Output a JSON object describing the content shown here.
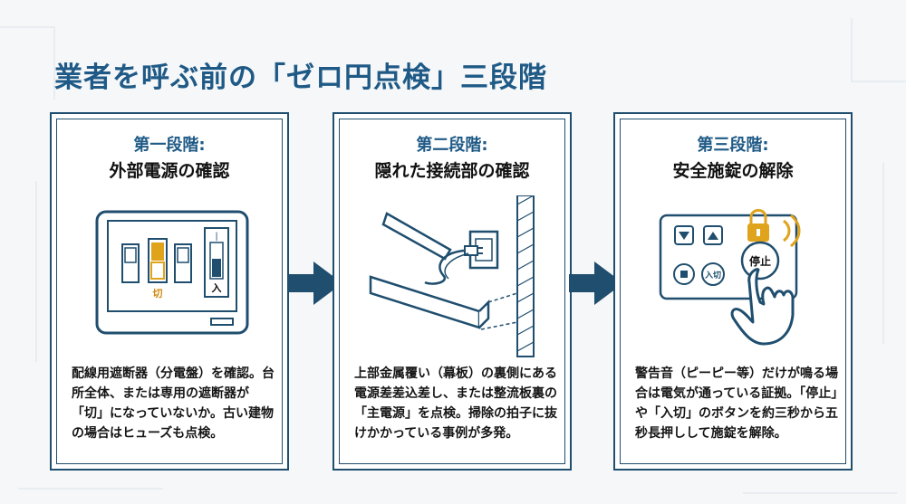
{
  "title": "業者を呼ぶ前の「ゼロ円点検」三段階",
  "colors": {
    "accent": "#1f5a86",
    "border": "#1f4e6e",
    "switch_off": "#e0a31c",
    "lock": "#e0a31c"
  },
  "steps": [
    {
      "stage": "第一段階:",
      "heading": "外部電源の確認",
      "switch_labels": {
        "off": "切",
        "on_top": "|",
        "on": "入"
      },
      "description": "配線用遮断器（分電盤）を確認。台所全体、または専用の遮断器が「切」になっていないか。古い建物の場合はヒューズも点検。"
    },
    {
      "stage": "第二段階:",
      "heading": "隠れた接続部の確認",
      "description": "上部金属覆い（幕板）の裏側にある電源差差込差し、または整流板裏の「主電源」を点検。掃除の拍子に抜けかかっている事例が多発。"
    },
    {
      "stage": "第三段階:",
      "heading": "安全施錠の解除",
      "panel_labels": {
        "stop": "停止",
        "on_off": "入切"
      },
      "description": "警告音（ピーピー等）だけが鳴る場合は電気が通っている証拠。「停止」や「入切」のボタンを約三秒から五秒長押しして施錠を解除。"
    }
  ]
}
